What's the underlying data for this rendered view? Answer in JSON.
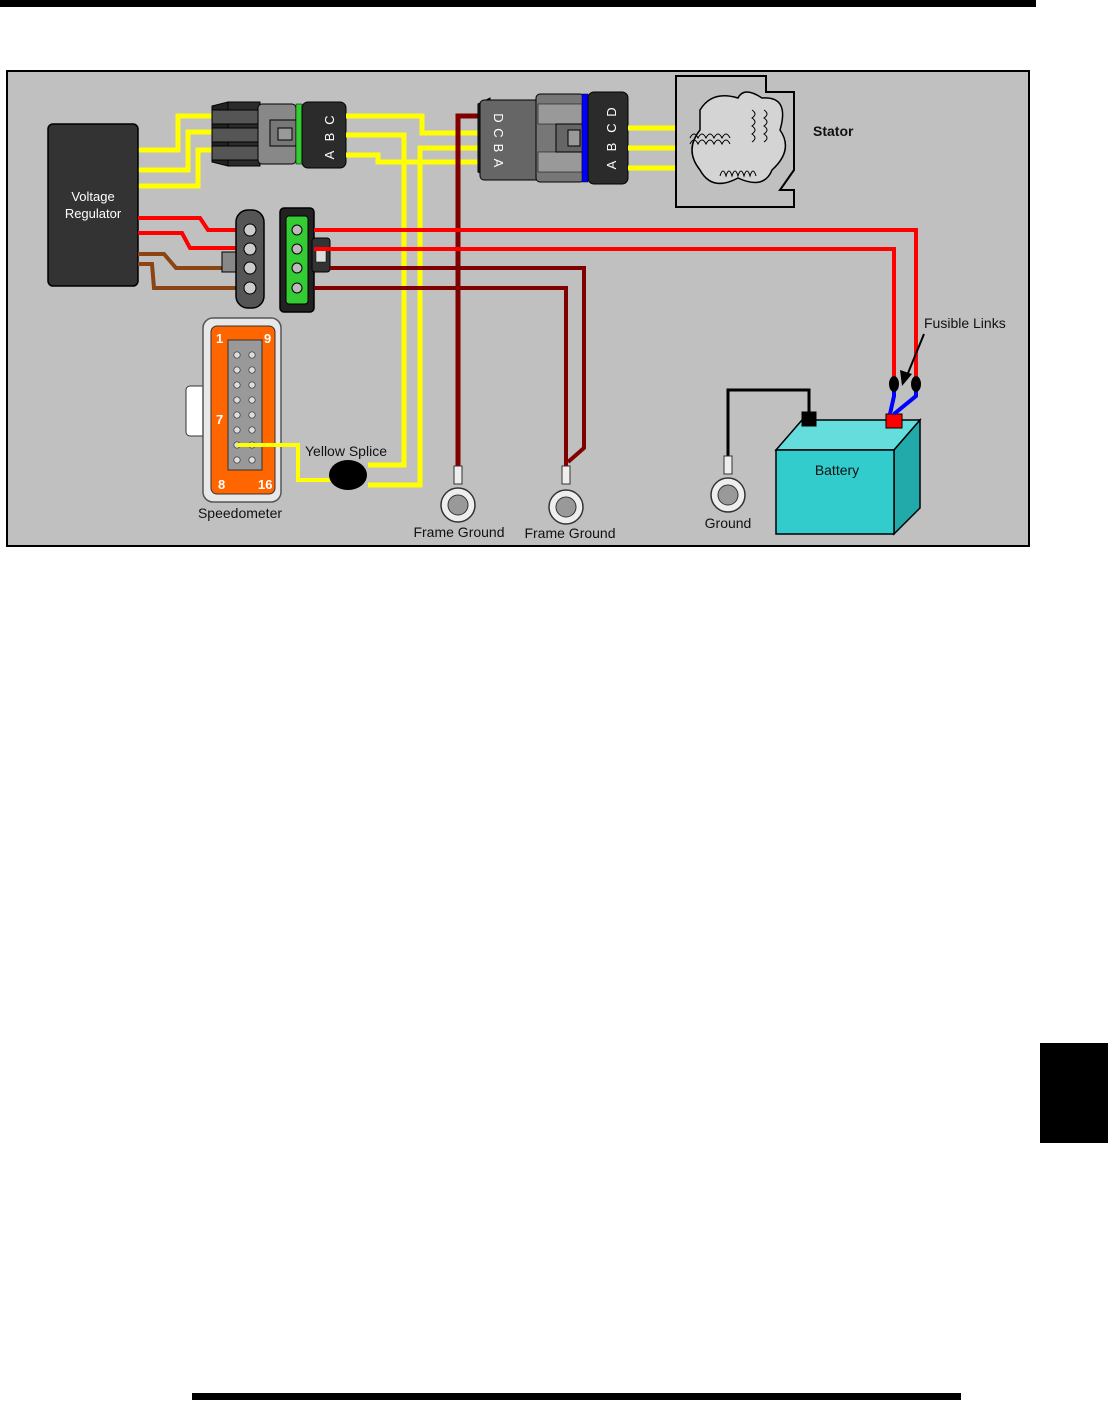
{
  "diagram": {
    "voltage_regulator": "Voltage\nRegulator",
    "stator": "Stator",
    "fusible_links": "Fusible Links",
    "battery": "Battery",
    "ground": "Ground",
    "frame_ground_1": "Frame Ground",
    "frame_ground_2": "Frame Ground",
    "yellow_splice": "Yellow Splice",
    "speedometer": "Speedometer",
    "connector_abc_letters": [
      "A",
      "B",
      "C"
    ],
    "connector_abcd_left_letters": [
      "D",
      "C",
      "B",
      "A"
    ],
    "connector_abcd_right_letters": [
      "A",
      "B",
      "C",
      "D"
    ],
    "speedo_pins": {
      "p1": "1",
      "p9": "9",
      "p7": "7",
      "p8": "8",
      "p16": "16"
    }
  },
  "colors": {
    "background": "#c0c0c0",
    "yellow_wire": "#ffff00",
    "red_wire": "#ff0000",
    "brown_wire": "#8b4513",
    "darkred_wire": "#800000",
    "black_wire": "#000000",
    "blue_wire": "#0000ff",
    "battery": "#33cccc",
    "connector_green": "#33cc33",
    "speedo_orange": "#ff6600"
  }
}
